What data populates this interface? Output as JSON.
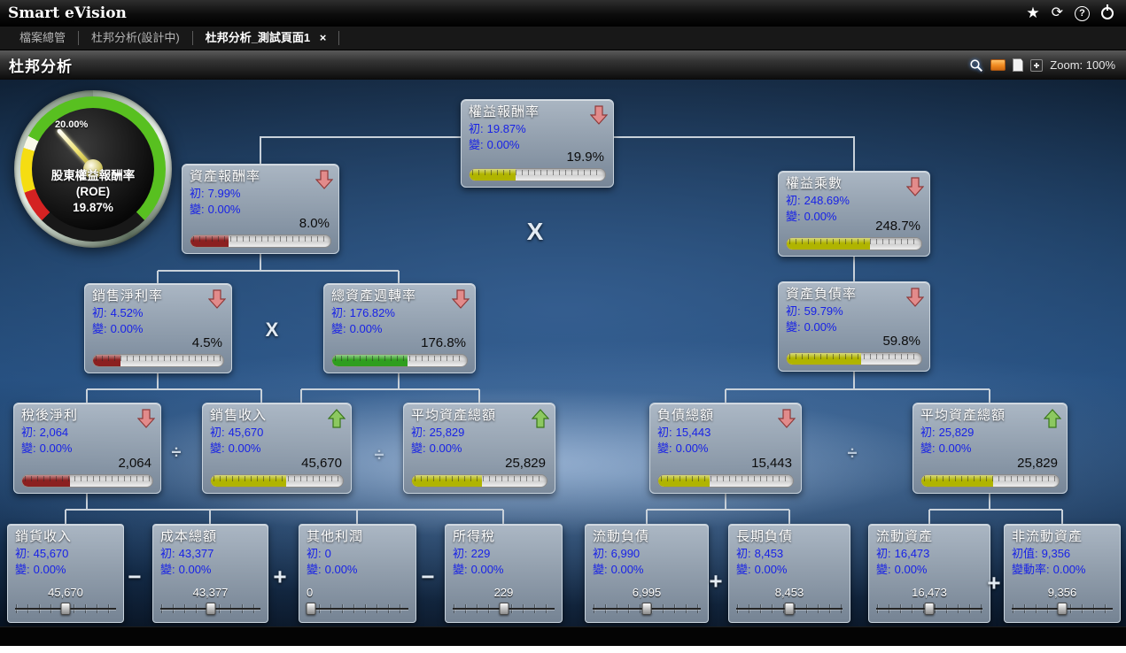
{
  "header": {
    "app_title": "Smart eVision",
    "icon_glyphs": {
      "star": "★",
      "refresh": "⟳",
      "help": "?"
    }
  },
  "tabbar": {
    "tabs": [
      {
        "label": "檔案總管",
        "active": false
      },
      {
        "label": "杜邦分析(設計中)",
        "active": false
      },
      {
        "label": "杜邦分析_測試頁面1",
        "active": true,
        "close": "×"
      }
    ]
  },
  "titlebar": {
    "title": "杜邦分析",
    "zoom_label": "Zoom: 100%"
  },
  "gauge": {
    "tick_label": "20.00%",
    "line1": "股東權益報酬率",
    "line2": "(ROE)",
    "line3": "19.87%"
  },
  "colors": {
    "trend_down_fill": "#e28b8b",
    "trend_down_stroke": "#8e3a3a",
    "trend_up_fill": "#8cc860",
    "trend_up_stroke": "#39761c",
    "bar_olive": "#b0b400",
    "bar_red": "#8b2020",
    "bar_green": "#2f9e1e",
    "value_text_blue": "#1822e6"
  },
  "nodes": [
    {
      "id": "roe",
      "title": "權益報酬率",
      "init_label": "初:",
      "init_value": "19.87%",
      "chg_label": "變:",
      "chg_value": "0.00%",
      "value": "19.9%",
      "trend": "down",
      "bar_pct": 34,
      "bar_color": "#b0b400"
    },
    {
      "id": "roa",
      "title": "資產報酬率",
      "init_label": "初:",
      "init_value": "7.99%",
      "chg_label": "變:",
      "chg_value": "0.00%",
      "value": "8.0%",
      "trend": "down",
      "bar_pct": 27,
      "bar_color": "#8b2020"
    },
    {
      "id": "em",
      "title": "權益乘數",
      "init_label": "初:",
      "init_value": "248.69%",
      "chg_label": "變:",
      "chg_value": "0.00%",
      "value": "248.7%",
      "trend": "down",
      "bar_pct": 62,
      "bar_color": "#b0b400"
    },
    {
      "id": "npm",
      "title": "銷售淨利率",
      "init_label": "初:",
      "init_value": "4.52%",
      "chg_label": "變:",
      "chg_value": "0.00%",
      "value": "4.5%",
      "trend": "down",
      "bar_pct": 21,
      "bar_color": "#8b2020"
    },
    {
      "id": "tat",
      "title": "總資產週轉率",
      "init_label": "初:",
      "init_value": "176.82%",
      "chg_label": "變:",
      "chg_value": "0.00%",
      "value": "176.8%",
      "trend": "down",
      "bar_pct": 56,
      "bar_color": "#2f9e1e"
    },
    {
      "id": "dr",
      "title": "資產負債率",
      "init_label": "初:",
      "init_value": "59.79%",
      "chg_label": "變:",
      "chg_value": "0.00%",
      "value": "59.8%",
      "trend": "down",
      "bar_pct": 55,
      "bar_color": "#b0b400"
    },
    {
      "id": "ni",
      "title": "稅後淨利",
      "init_label": "初:",
      "init_value": "2,064",
      "chg_label": "變:",
      "chg_value": "0.00%",
      "value": "2,064",
      "trend": "down",
      "bar_pct": 37,
      "bar_color": "#8b2020"
    },
    {
      "id": "rev",
      "title": "銷售收入",
      "init_label": "初:",
      "init_value": "45,670",
      "chg_label": "變:",
      "chg_value": "0.00%",
      "value": "45,670",
      "trend": "up",
      "bar_pct": 57,
      "bar_color": "#b0b400"
    },
    {
      "id": "aa1",
      "title": "平均資產總額",
      "init_label": "初:",
      "init_value": "25,829",
      "chg_label": "變:",
      "chg_value": "0.00%",
      "value": "25,829",
      "trend": "up",
      "bar_pct": 52,
      "bar_color": "#b0b400"
    },
    {
      "id": "tl",
      "title": "負債總額",
      "init_label": "初:",
      "init_value": "15,443",
      "chg_label": "變:",
      "chg_value": "0.00%",
      "value": "15,443",
      "trend": "down",
      "bar_pct": 38,
      "bar_color": "#b0b400"
    },
    {
      "id": "aa2",
      "title": "平均資產總額",
      "init_label": "初:",
      "init_value": "25,829",
      "chg_label": "變:",
      "chg_value": "0.00%",
      "value": "25,829",
      "trend": "up",
      "bar_pct": 52,
      "bar_color": "#b0b400"
    },
    {
      "id": "s_rev",
      "title": "銷貨收入",
      "init_label": "初:",
      "init_value": "45,670",
      "chg_label": "變:",
      "chg_value": "0.00%",
      "value": "45,670",
      "type": "slider",
      "handle_pct": 50,
      "value_align": "center"
    },
    {
      "id": "s_cost",
      "title": "成本總額",
      "init_label": "初:",
      "init_value": "43,377",
      "chg_label": "變:",
      "chg_value": "0.00%",
      "value": "43,377",
      "type": "slider",
      "handle_pct": 50,
      "value_align": "center"
    },
    {
      "id": "s_other",
      "title": "其他利潤",
      "init_label": "初:",
      "init_value": "0",
      "chg_label": "變:",
      "chg_value": "0.00%",
      "value": "0",
      "type": "slider",
      "handle_pct": 4,
      "value_align": "left"
    },
    {
      "id": "s_tax",
      "title": "所得稅",
      "init_label": "初:",
      "init_value": "229",
      "chg_label": "變:",
      "chg_value": "0.00%",
      "value": "229",
      "type": "slider",
      "handle_pct": 50,
      "value_align": "center"
    },
    {
      "id": "s_cl",
      "title": "流動負債",
      "init_label": "初:",
      "init_value": "6,990",
      "chg_label": "變:",
      "chg_value": "0.00%",
      "value": "6,995",
      "type": "slider",
      "handle_pct": 50,
      "value_align": "center"
    },
    {
      "id": "s_ltl",
      "title": "長期負債",
      "init_label": "初:",
      "init_value": "8,453",
      "chg_label": "變:",
      "chg_value": "0.00%",
      "value": "8,453",
      "type": "slider",
      "handle_pct": 50,
      "value_align": "center"
    },
    {
      "id": "s_ca",
      "title": "流動資產",
      "init_label": "初:",
      "init_value": "16,473",
      "chg_label": "變:",
      "chg_value": "0.00%",
      "value": "16,473",
      "type": "slider",
      "handle_pct": 50,
      "value_align": "center"
    },
    {
      "id": "s_nca",
      "title": "非流動資產",
      "init_label": "初值:",
      "init_value": "9,356",
      "chg_label": "變動率:",
      "chg_value": "0.00%",
      "value": "9,356",
      "type": "slider",
      "handle_pct": 50,
      "value_align": "center"
    }
  ],
  "operators": [
    {
      "symbol": "X"
    },
    {
      "symbol": "X"
    },
    {
      "symbol": "÷"
    },
    {
      "symbol": "÷"
    },
    {
      "symbol": "÷"
    },
    {
      "symbol": "−"
    },
    {
      "symbol": "+"
    },
    {
      "symbol": "−"
    },
    {
      "symbol": "+"
    },
    {
      "symbol": "+"
    }
  ]
}
